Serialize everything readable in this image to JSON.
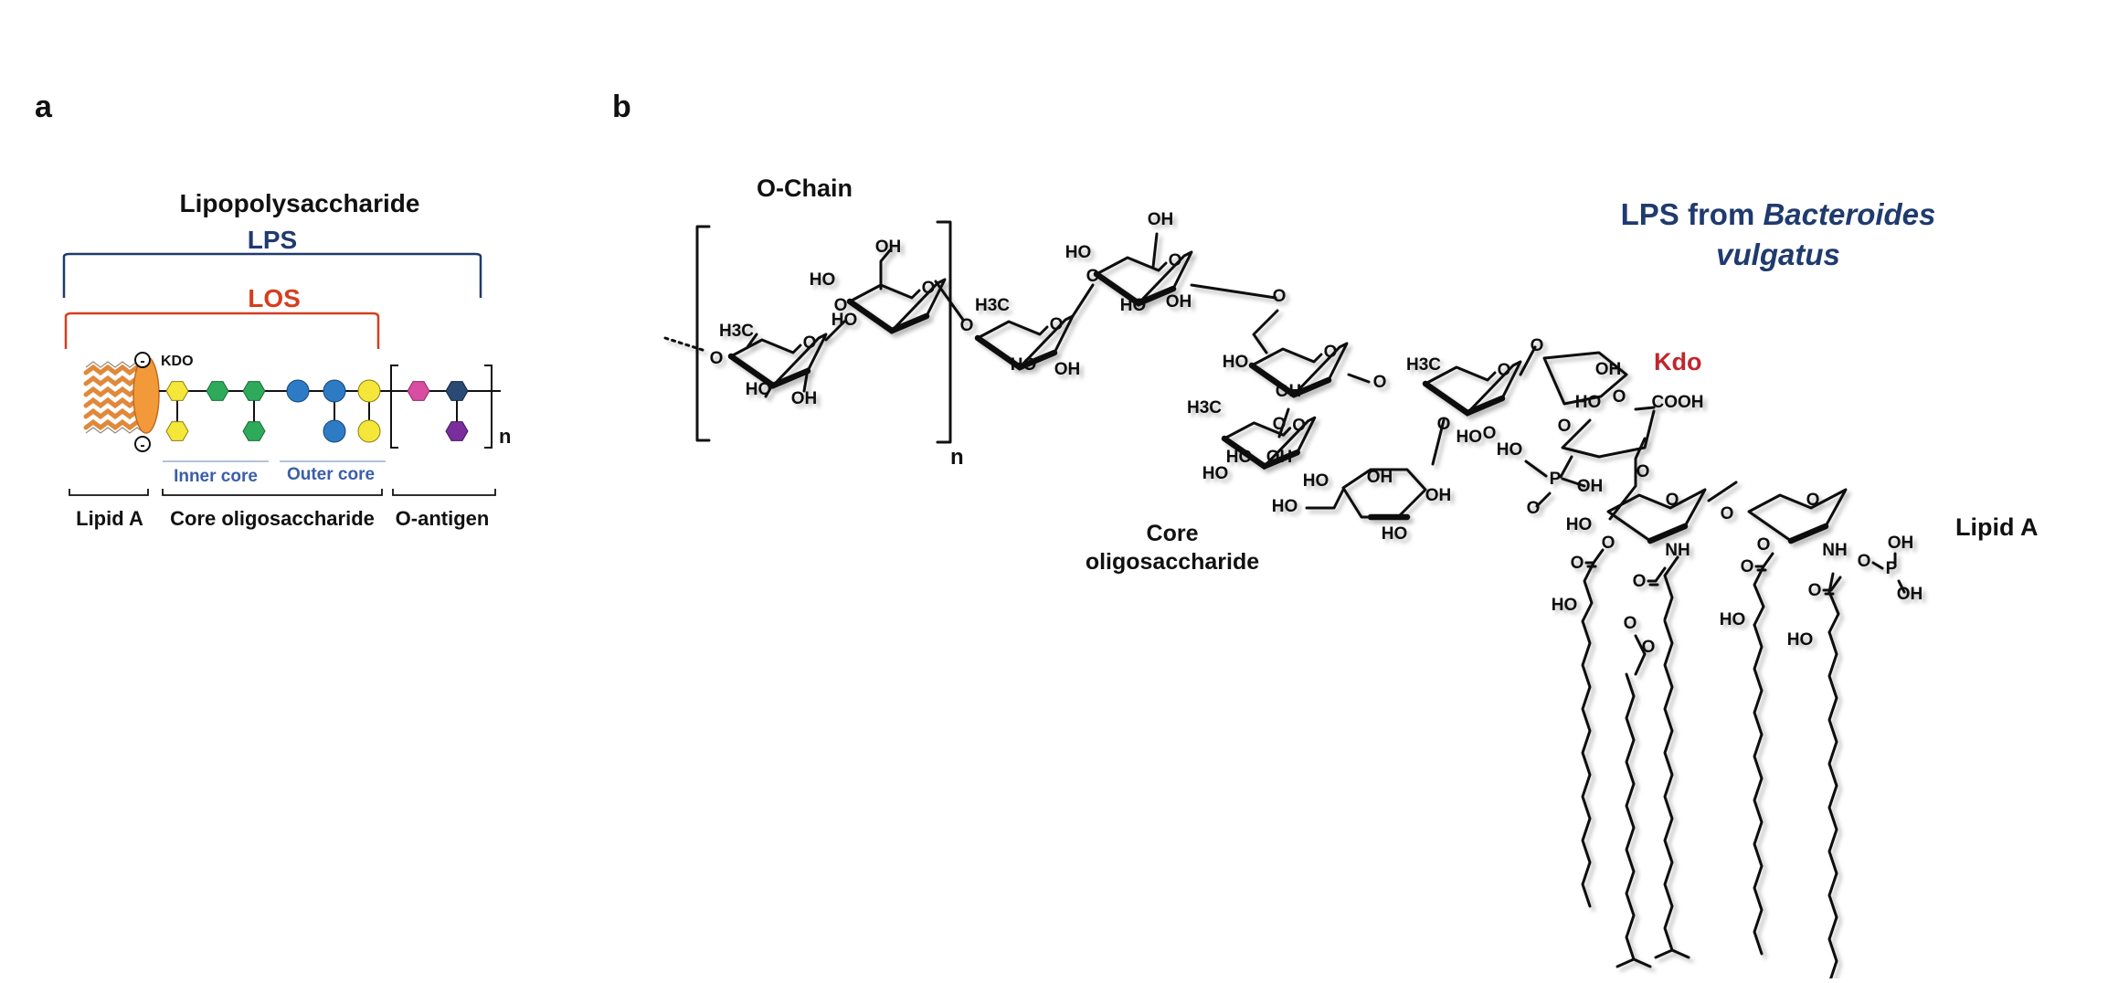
{
  "panels": {
    "a": {
      "label": "a",
      "title": "Lipopolysaccharide",
      "lps": "LPS",
      "los": "LOS",
      "kdo": "KDO",
      "n": "n",
      "inner_core": "Inner core",
      "outer_core": "Outer core",
      "lipid_a": "Lipid A",
      "core_oligosaccharide": "Core oligosaccharide",
      "o_antigen": "O-antigen",
      "charge": "-"
    },
    "b": {
      "label": "b",
      "title_plain": "LPS from ",
      "title_italic": "Bacteroides",
      "title_line2": "vulgatus",
      "o_chain": "O-Chain",
      "n": "n",
      "kdo": "Kdo",
      "core_line1": "Core",
      "core_line2": "oligosaccharide",
      "lipid_a": "Lipid A",
      "atoms": {
        "ho": "HO",
        "oh": "OH",
        "o": "O",
        "h3c": "H3C",
        "cooh": "COOH",
        "nh": "NH",
        "p": "P"
      }
    }
  },
  "colors": {
    "lps": "#1F3A6E",
    "los": "#D53E1F",
    "kdo_b": "#C0262D",
    "title_b": "#1F3A6E",
    "core_labels": "#3A5EA8",
    "yellow": "#F5E63A",
    "green": "#2DAA5A",
    "blue": "#2D7BC4",
    "pink": "#D94DA3",
    "navy": "#2B4A73",
    "purple": "#7A2D9C",
    "lipid": "#E0893A",
    "membrane": "#F29A3A"
  }
}
